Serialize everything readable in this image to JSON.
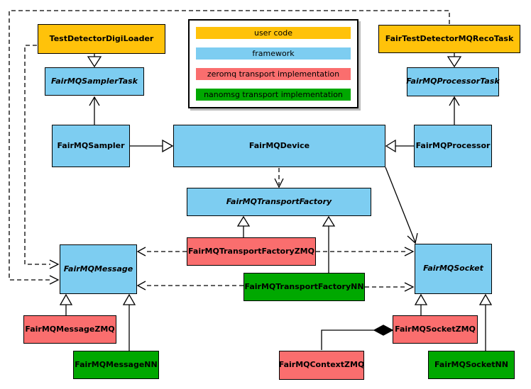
{
  "diagram": {
    "legend": {
      "items": [
        {
          "label": "user code",
          "color": "#FFC20A",
          "category": "user-code"
        },
        {
          "label": "framework",
          "color": "#7DCDF1",
          "category": "framework"
        },
        {
          "label": "zeromq transport implementation",
          "color": "#FA6E6E",
          "category": "zeromq"
        },
        {
          "label": "nanomsg transport implementation",
          "color": "#00A800",
          "category": "nanomsg"
        }
      ]
    },
    "nodes": [
      {
        "label": "TestDetectorDigiLoader",
        "category": "user-code",
        "abstract": false
      },
      {
        "label": "FairTestDetectorMQRecoTask",
        "category": "user-code",
        "abstract": false
      },
      {
        "label": "FairMQSamplerTask",
        "category": "framework",
        "abstract": true
      },
      {
        "label": "FairMQProcessorTask",
        "category": "framework",
        "abstract": true
      },
      {
        "label": "FairMQSampler",
        "category": "framework",
        "abstract": false
      },
      {
        "label": "FairMQDevice",
        "category": "framework",
        "abstract": false
      },
      {
        "label": "FairMQProcessor",
        "category": "framework",
        "abstract": false
      },
      {
        "label": "FairMQTransportFactory",
        "category": "framework",
        "abstract": true
      },
      {
        "label": "FairMQTransportFactoryZMQ",
        "category": "zeromq",
        "abstract": false
      },
      {
        "label": "FairMQTransportFactoryNN",
        "category": "nanomsg",
        "abstract": false
      },
      {
        "label": "FairMQMessage",
        "category": "framework",
        "abstract": true
      },
      {
        "label": "FairMQSocket",
        "category": "framework",
        "abstract": true
      },
      {
        "label": "FairMQMessageZMQ",
        "category": "zeromq",
        "abstract": false
      },
      {
        "label": "FairMQMessageNN",
        "category": "nanomsg",
        "abstract": false
      },
      {
        "label": "FairMQContextZMQ",
        "category": "zeromq",
        "abstract": false
      },
      {
        "label": "FairMQSocketZMQ",
        "category": "zeromq",
        "abstract": false
      },
      {
        "label": "FairMQSocketNN",
        "category": "nanomsg",
        "abstract": false
      }
    ],
    "edges": [
      {
        "from": "TestDetectorDigiLoader",
        "to": "FairMQSamplerTask",
        "type": "inheritance"
      },
      {
        "from": "FairTestDetectorMQRecoTask",
        "to": "FairMQProcessorTask",
        "type": "inheritance"
      },
      {
        "from": "FairMQSampler",
        "to": "FairMQSamplerTask",
        "type": "association"
      },
      {
        "from": "FairMQProcessor",
        "to": "FairMQProcessorTask",
        "type": "association"
      },
      {
        "from": "FairMQSampler",
        "to": "FairMQDevice",
        "type": "inheritance"
      },
      {
        "from": "FairMQProcessor",
        "to": "FairMQDevice",
        "type": "inheritance"
      },
      {
        "from": "FairMQDevice",
        "to": "FairMQTransportFactory",
        "type": "dependency"
      },
      {
        "from": "FairMQDevice",
        "to": "FairMQSocket",
        "type": "association"
      },
      {
        "from": "FairMQTransportFactoryZMQ",
        "to": "FairMQTransportFactory",
        "type": "inheritance"
      },
      {
        "from": "FairMQTransportFactoryNN",
        "to": "FairMQTransportFactory",
        "type": "inheritance"
      },
      {
        "from": "FairMQTransportFactoryZMQ",
        "to": "FairMQMessage",
        "type": "dependency"
      },
      {
        "from": "FairMQTransportFactoryZMQ",
        "to": "FairMQSocket",
        "type": "dependency"
      },
      {
        "from": "FairMQTransportFactoryNN",
        "to": "FairMQMessage",
        "type": "dependency"
      },
      {
        "from": "FairMQTransportFactoryNN",
        "to": "FairMQSocket",
        "type": "dependency"
      },
      {
        "from": "TestDetectorDigiLoader",
        "to": "FairMQMessage",
        "type": "dependency"
      },
      {
        "from": "FairTestDetectorMQRecoTask",
        "to": "FairMQMessage",
        "type": "dependency"
      },
      {
        "from": "FairMQMessageZMQ",
        "to": "FairMQMessage",
        "type": "inheritance"
      },
      {
        "from": "FairMQMessageNN",
        "to": "FairMQMessage",
        "type": "inheritance"
      },
      {
        "from": "FairMQSocketZMQ",
        "to": "FairMQSocket",
        "type": "inheritance"
      },
      {
        "from": "FairMQSocketNN",
        "to": "FairMQSocket",
        "type": "inheritance"
      },
      {
        "from": "FairMQContextZMQ",
        "to": "FairMQSocketZMQ",
        "type": "composition"
      }
    ]
  }
}
